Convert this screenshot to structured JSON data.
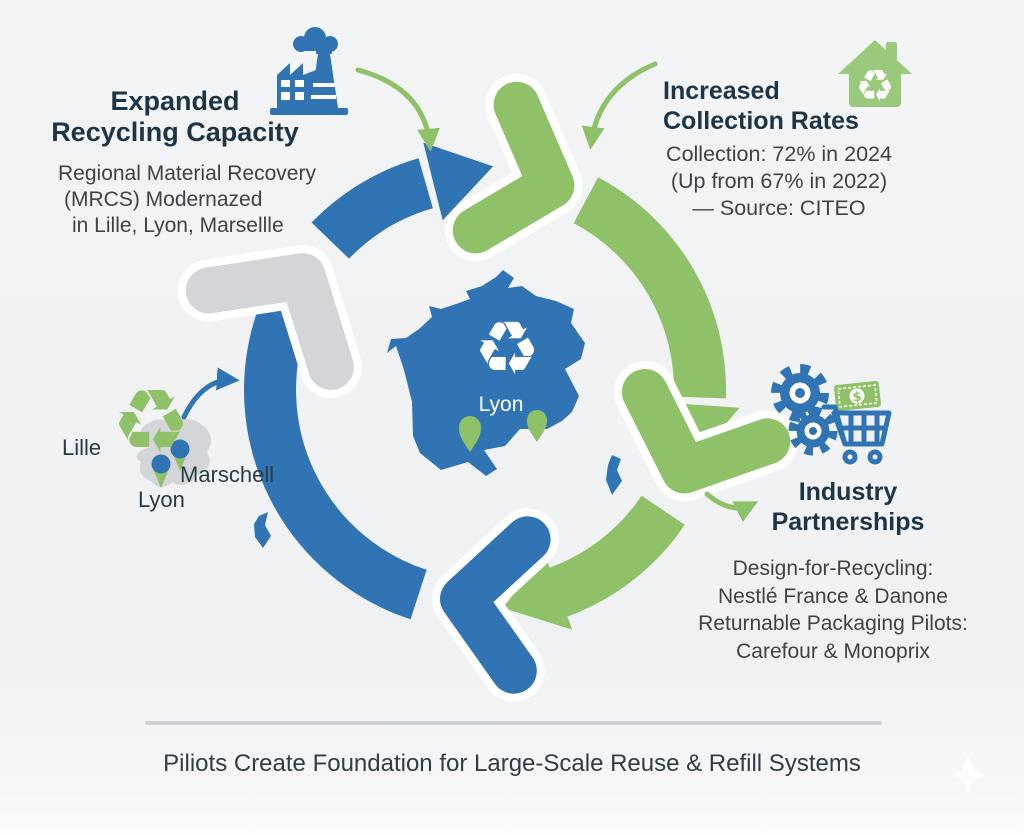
{
  "colors": {
    "background": "#f2f3f4",
    "blue": "#3174b4",
    "green": "#8ec168",
    "green-light": "#9bc97c",
    "gray": "#d3d5d8",
    "heading": "#1d3547",
    "body-text": "#3e4347",
    "white": "#ffffff"
  },
  "glyphs": {
    "recycle": "♻",
    "dollar": "$"
  },
  "icons": {
    "factory": "factory-icon",
    "recycle_house": "recycle-house-icon",
    "recycle": "recycle-icon",
    "gears": "gears-icon",
    "shopping_cart": "shopping-cart-icon",
    "money": "money-icon",
    "map_pin": "map-pin-icon",
    "sparkle": "sparkle-icon"
  },
  "sections": {
    "capacity": {
      "title": [
        "Expanded",
        "Recycling Capacity"
      ],
      "body": [
        "Regional Material Recovery",
        "(MRCS) Modernazed",
        "in Lille, Lyon, Marsellle"
      ]
    },
    "rates": {
      "title": [
        "Increased",
        "Collection Rates"
      ],
      "body": [
        "Collection: 72% in 2024",
        "(Up from 67% in 2022)",
        "— Source: CITEO"
      ]
    },
    "partnerships": {
      "title": [
        "Industry",
        "Partnerships"
      ],
      "body": [
        "Design-for-Recycling:",
        "Nestlé France & Danone",
        "Returnable Packaging Pilots:",
        "Carefour & Monoprix"
      ]
    }
  },
  "map": {
    "label": "Lyon"
  },
  "mini_map": {
    "labels": [
      "Lille",
      "Marschell",
      "Lyon"
    ]
  },
  "footer": {
    "text": "Piliots Create Foundation for Large-Scale Reuse & Refill Systems"
  }
}
